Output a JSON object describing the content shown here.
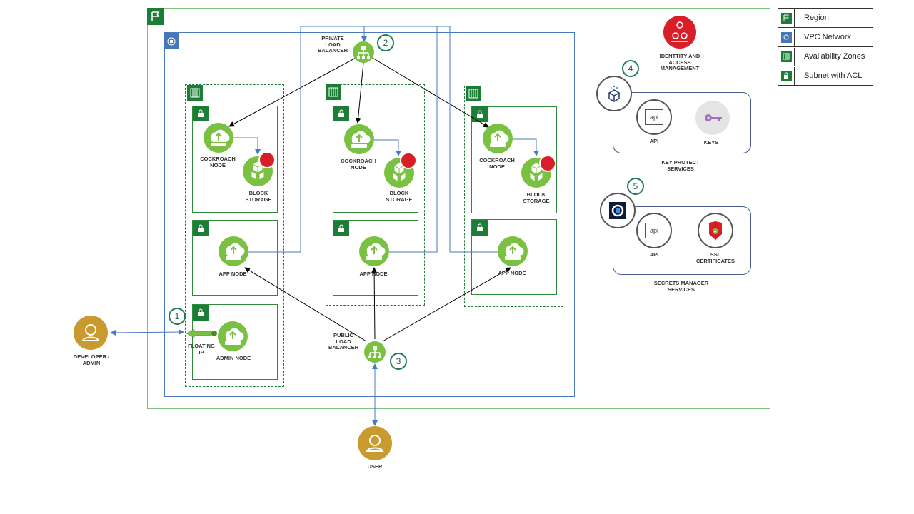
{
  "legend": [
    {
      "label": "Region",
      "icon": "flag-icon"
    },
    {
      "label": "VPC Network",
      "icon": "vpc-icon"
    },
    {
      "label": "Availability Zones",
      "icon": "building-icon"
    },
    {
      "label": "Subnet with ACL",
      "icon": "lock-icon"
    }
  ],
  "labels": {
    "private_lb": [
      "PRIVATE",
      "LOAD",
      "BALANCER"
    ],
    "public_lb": [
      "PUBLIC",
      "LOAD",
      "BALANCER"
    ],
    "cockroach": "COCKROACH\nNODE",
    "block": "BLOCK\nSTORAGE",
    "app_node": "APP  NODE",
    "admin_node": "ADMIN NODE",
    "floating_ip": "FLOATING\nIP",
    "developer": "DEVELOPER /\nADMIN",
    "user": "USER",
    "iam": "IDENTTITY AND\nACCESS\nMANAGEMENT",
    "kp_api": "API",
    "kp_keys": "KEYS",
    "kp_service": "KEY PROTECT\nSERVICES",
    "sm_api": "API",
    "sm_ssl": "SSL\nCERTIFICATES",
    "sm_service": "SECRETS MANAGER\nSERVICES",
    "api_glyph": "api"
  },
  "steps": [
    "1",
    "2",
    "3",
    "4",
    "5"
  ],
  "colors": {
    "green_node": "#7ac142",
    "dark_green": "#1b7d36",
    "vpc_blue": "#4a78c2",
    "person_gold": "#c99a2e",
    "iam_red": "#da1e28"
  }
}
